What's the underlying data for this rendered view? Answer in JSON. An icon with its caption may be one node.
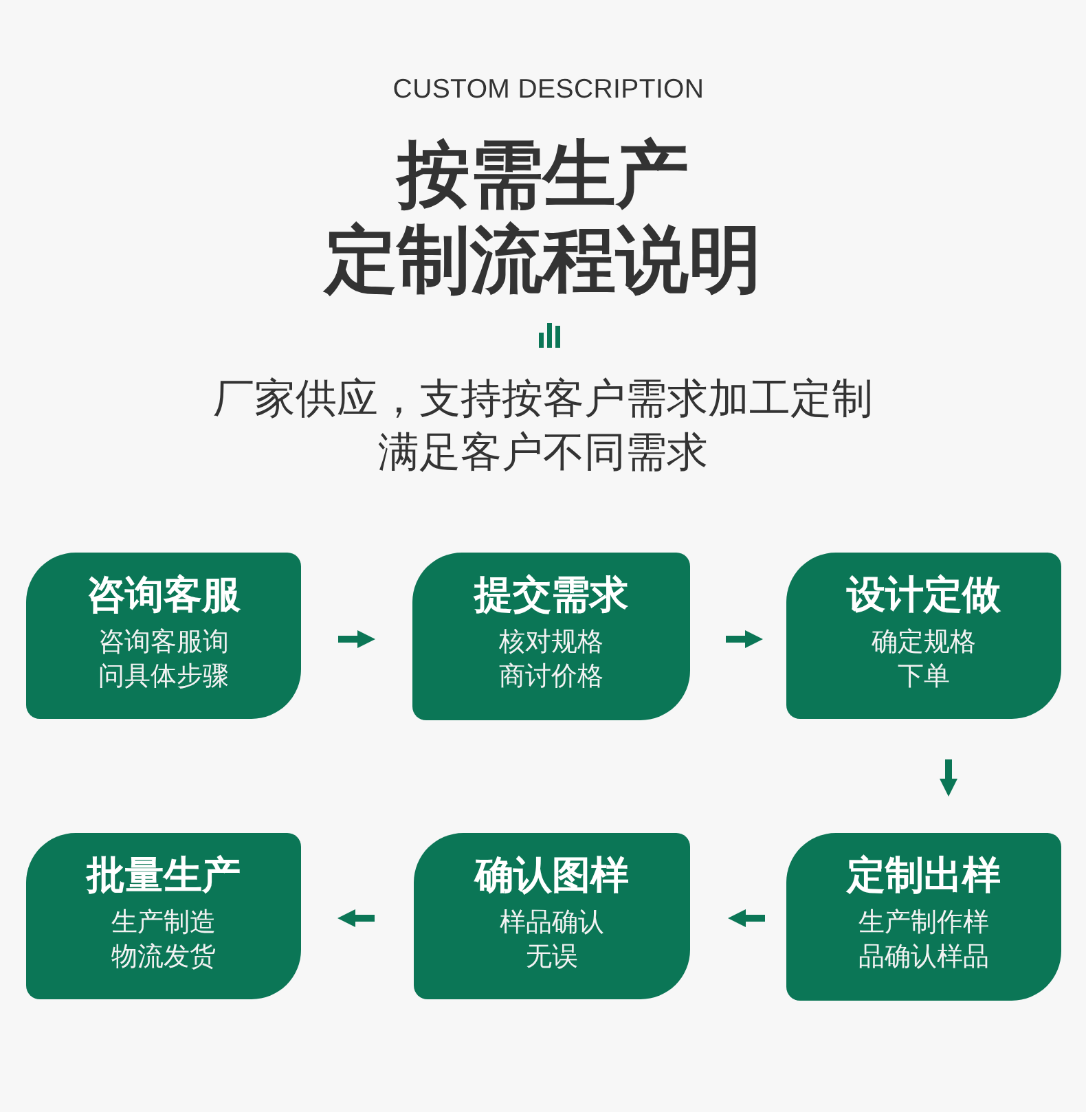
{
  "diagram": {
    "title": "按需生产定制流程说明",
    "nodes": [
      {
        "text": [
          "咨询客服",
          "咨询客服询问具体步骤"
        ]
      },
      {
        "text": [
          "提交需求",
          "核对规格商讨价格"
        ]
      },
      {
        "text": [
          "设计定做",
          "确定规格下单"
        ]
      },
      {
        "text": [
          "批量生产",
          "生产制造物流发货"
        ]
      },
      {
        "text": [
          "确认图样",
          "样品确认无误"
        ]
      },
      {
        "text": [
          "定制出样",
          "生产制作样品确认样品"
        ]
      }
    ],
    "edges": [
      {
        "from": 0,
        "to": 1,
        "arrow": "to"
      },
      {
        "from": 1,
        "to": 2,
        "arrow": "to"
      },
      {
        "from": 2,
        "to": 5,
        "arrow": "to"
      },
      {
        "from": 5,
        "to": 4,
        "arrow": "to"
      },
      {
        "from": 4,
        "to": 3,
        "arrow": "to"
      }
    ],
    "labels": [
      "CUSTOM DESCRIPTION",
      "厂家供应，支持按客户需求加工定制满足客户不同需求"
    ]
  }
}
